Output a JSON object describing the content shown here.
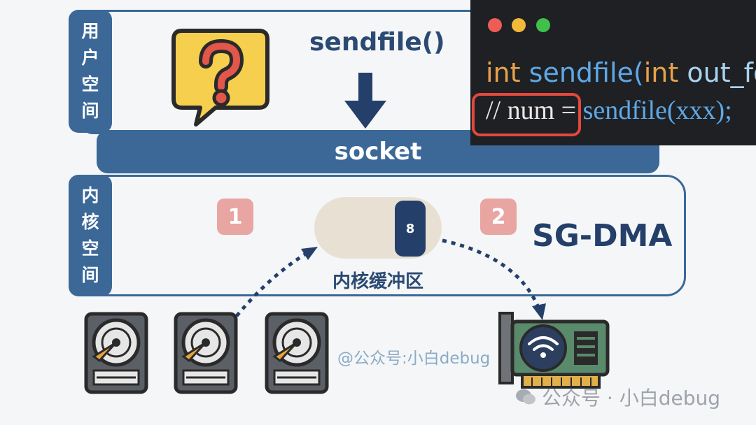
{
  "user_space": {
    "label": "用户空间",
    "chars": [
      "用",
      "户",
      "空",
      "间"
    ]
  },
  "kernel_space": {
    "label": "内核空间",
    "chars": [
      "内",
      "核",
      "空",
      "间"
    ]
  },
  "title": "sendfile()",
  "socket": "socket",
  "steps": [
    "1",
    "2"
  ],
  "buffer": {
    "slot_value": "8",
    "label": "内核缓冲区"
  },
  "sg_dma": "SG-DMA",
  "code": {
    "line1_keyword": "int",
    "line1_func": "sendfile(",
    "line1_arg_type": "int",
    "line1_arg": "out_fd",
    "line2_comment": "// num =",
    "line2_call": "sendfile(xxx);"
  },
  "watermark_center": "@公众号:小白debug",
  "watermark_corner": "公众号 · 小白debug",
  "icons": {
    "question": "question-bubble-icon",
    "disk": "hard-disk-icon",
    "nic": "network-card-icon",
    "wechat": "wechat-icon"
  },
  "colors": {
    "primary": "#3b6897",
    "dark": "#24406a",
    "step": "#e9a5a1",
    "buffer": "#e8e0d2",
    "highlight": "#e2483c"
  }
}
